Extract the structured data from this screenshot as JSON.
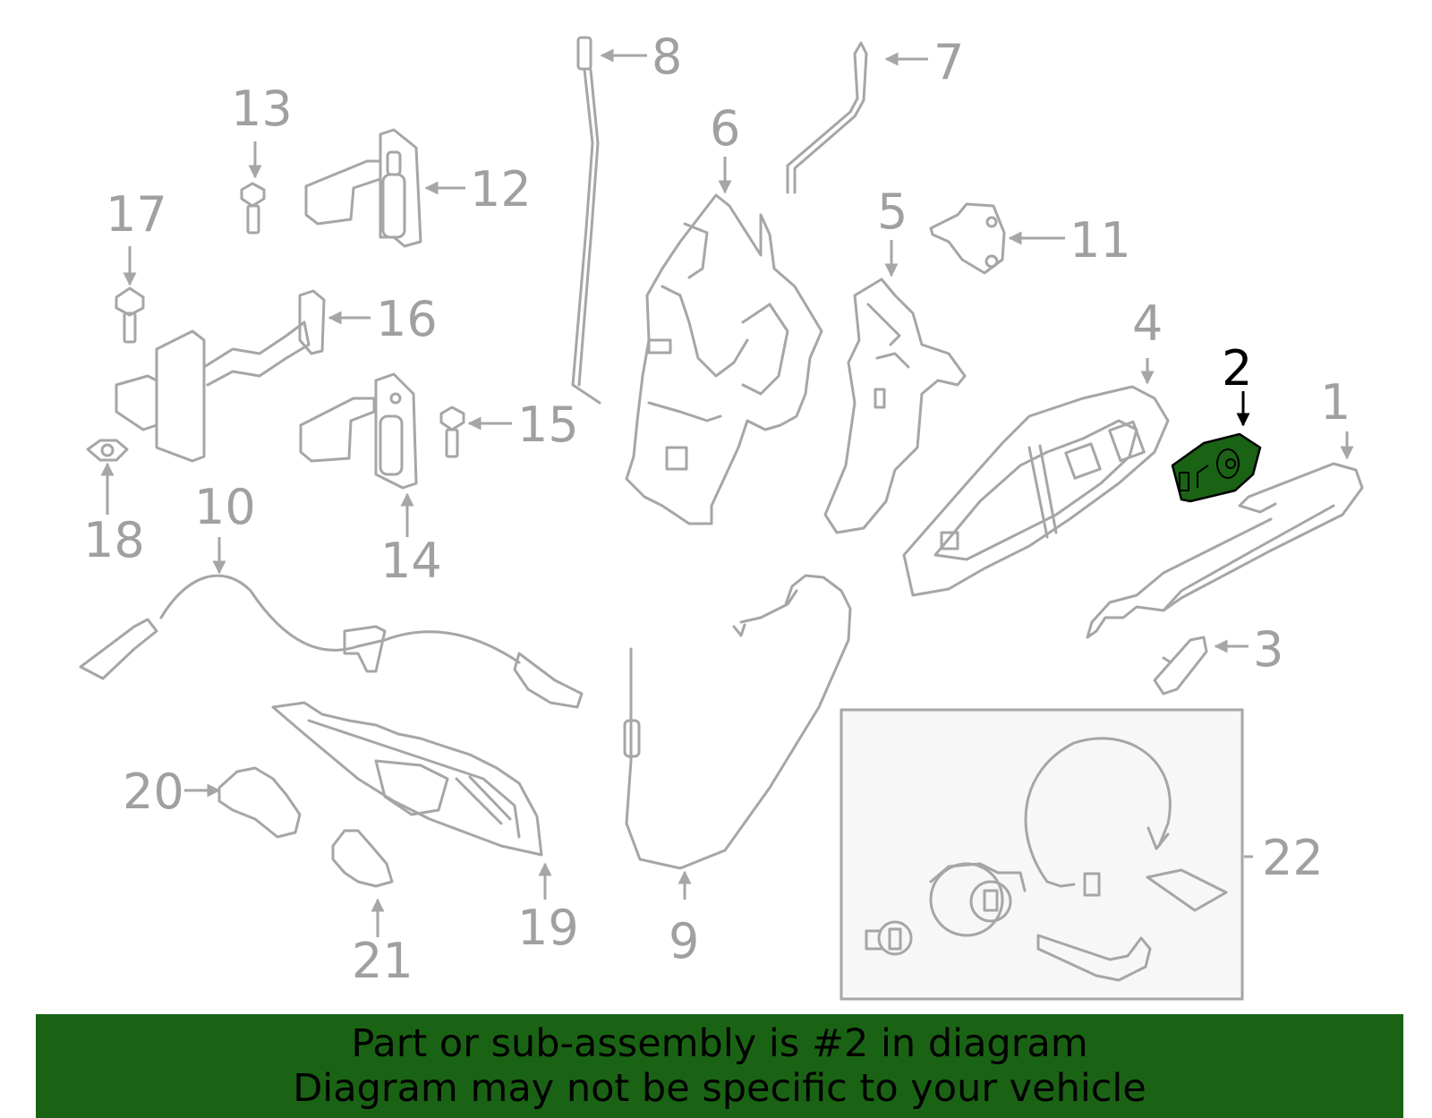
{
  "callouts": [
    "1",
    "2",
    "3",
    "4",
    "5",
    "6",
    "7",
    "8",
    "9",
    "10",
    "11",
    "12",
    "13",
    "14",
    "15",
    "16",
    "17",
    "18",
    "19",
    "20",
    "21",
    "22"
  ],
  "highlighted_part": "2",
  "colors": {
    "highlight": "#1b6314",
    "line": "#a6a6a6",
    "label": "#a0a0a0",
    "active_label": "#000000",
    "box_bg": "#f7f7f7"
  },
  "banner": {
    "line1": "Part or sub-assembly is #2 in diagram",
    "line2": "Diagram may not be specific to your vehicle"
  }
}
